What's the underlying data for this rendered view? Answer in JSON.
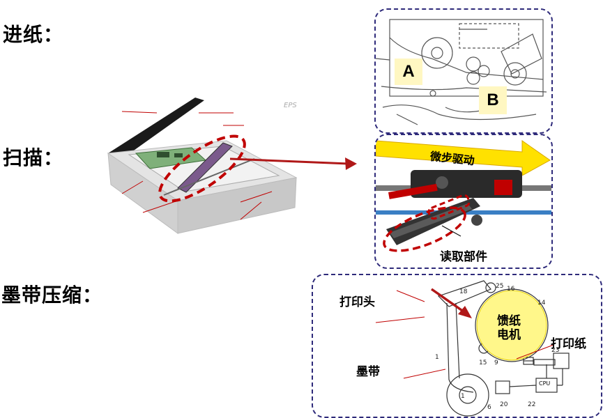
{
  "sections": {
    "feed": "进纸：",
    "scan": "扫描：",
    "ribbon": "墨带压缩："
  },
  "feed_panel": {
    "label_a": "A",
    "label_b": "B"
  },
  "scan_panel": {
    "banner": "微步驱动",
    "reader_label": "读取部件"
  },
  "ribbon_panel": {
    "printhead": "打印头",
    "motor_line1": "馈纸",
    "motor_line2": "电机",
    "paper": "打印纸",
    "ribbon": "墨带",
    "cpu": "CPU",
    "numbers": [
      "18",
      "25",
      "16",
      "14",
      "15",
      "9",
      "23",
      "1",
      "20",
      "22",
      "6",
      "1"
    ]
  },
  "colors": {
    "accent_red": "#c00000",
    "panel_border": "#2e2a7a",
    "banner_yellow": "#ffe100",
    "motor_fill": "#fff78a"
  }
}
